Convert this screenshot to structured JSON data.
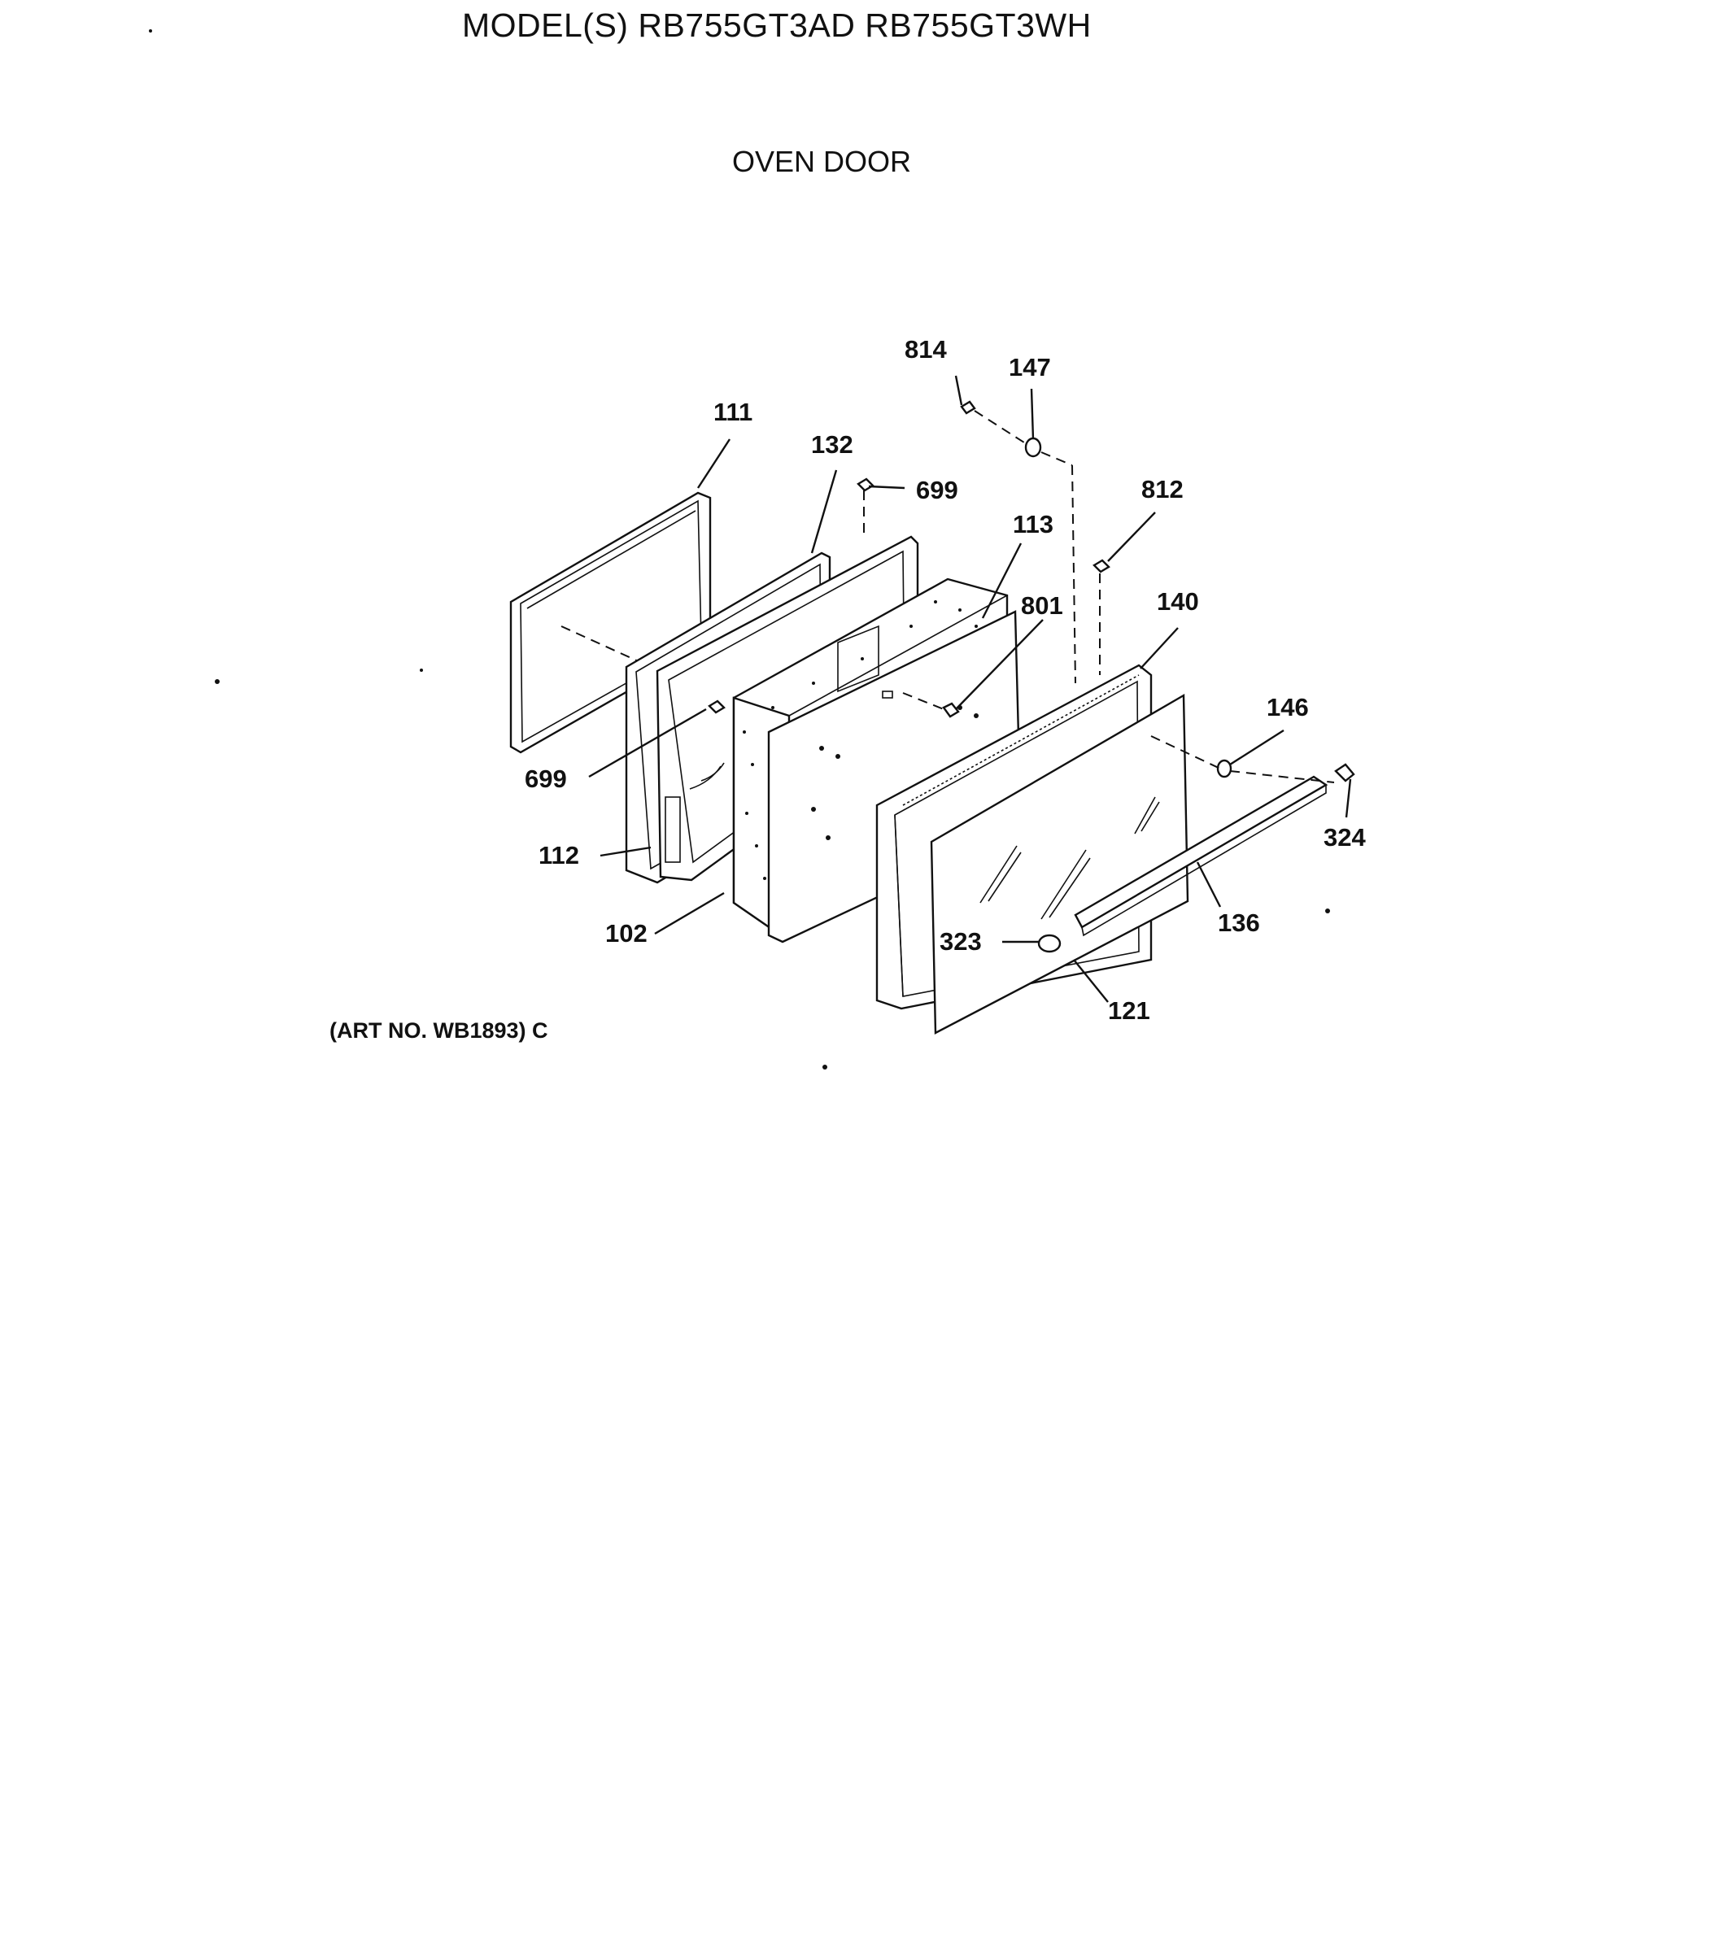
{
  "header": {
    "title": "MODEL(S) RB755GT3AD  RB755GT3WH",
    "section": "OVEN DOOR"
  },
  "footer": {
    "art_no": "(ART NO. WB1893) C"
  },
  "callouts": {
    "c814": "814",
    "c147": "147",
    "c111": "111",
    "c132": "132",
    "c699a": "699",
    "c113": "113",
    "c812": "812",
    "c801": "801",
    "c140": "140",
    "c146": "146",
    "c699b": "699",
    "c324": "324",
    "c112": "112",
    "c136": "136",
    "c102": "102",
    "c323": "323",
    "c121": "121"
  }
}
